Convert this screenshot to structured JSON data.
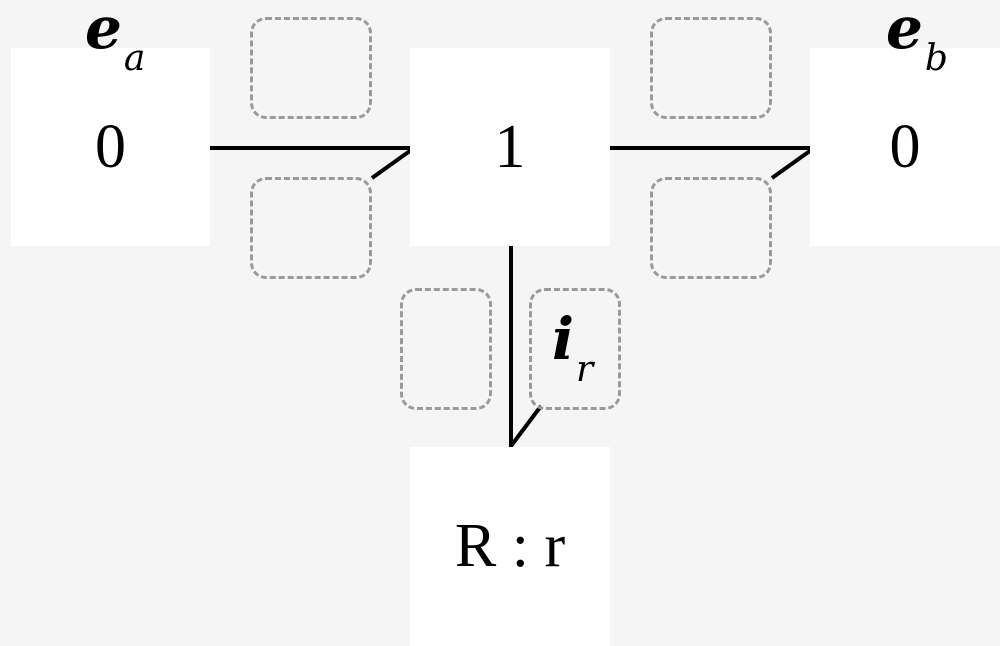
{
  "nodes": {
    "left": "0",
    "middle": "1",
    "right": "0",
    "bottom": "R : r"
  },
  "labels": {
    "ea": {
      "base": "e",
      "sub": "a"
    },
    "eb": {
      "base": "e",
      "sub": "b"
    },
    "ir": {
      "base": "i",
      "sub": "r"
    }
  },
  "colors": {
    "background": "#f5f5f5",
    "node_fill": "#ffffff",
    "bond_stroke": "#000000",
    "slot_stroke": "#9a9a9a"
  }
}
